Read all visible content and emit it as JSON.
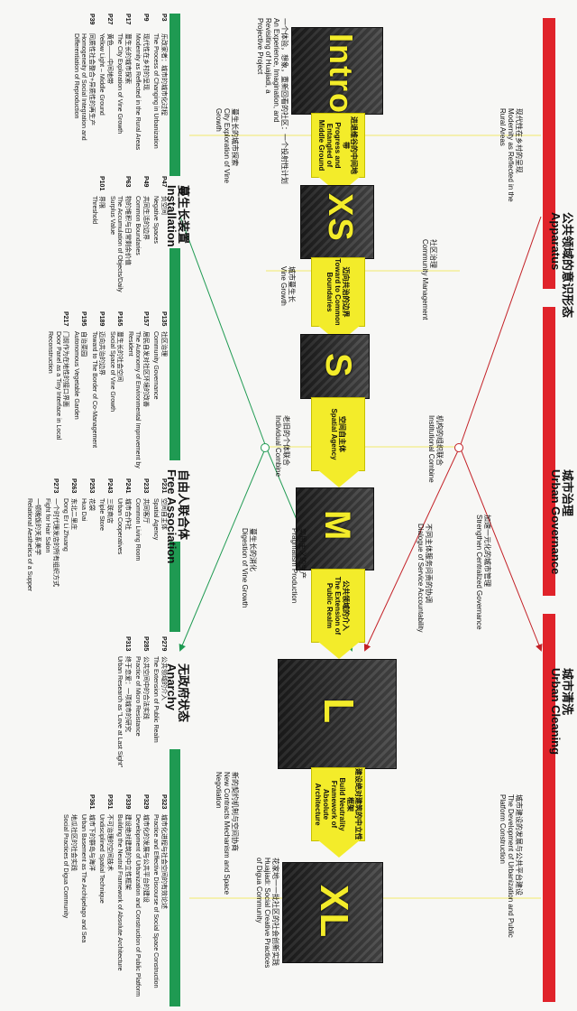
{
  "sections_top": [
    {
      "zh": "公共领域的意识形态",
      "en": "Apparatus"
    },
    {
      "zh": "城市治理",
      "en": "Urban Governance"
    },
    {
      "zh": "城市清洗",
      "en": "Urban Cleaning"
    }
  ],
  "sections_bottom": [
    {
      "zh": "蔓生长装置",
      "en": "Installation"
    },
    {
      "zh": "自由人联合体",
      "en": "Free Association"
    },
    {
      "zh": "无政府状态",
      "en": "Anarchy"
    }
  ],
  "stages": [
    {
      "letter": "Intro",
      "arrow_zh": "进退维谷的中间地带",
      "arrow_en": "Progress and Entangled of Middle Ground",
      "caption_zh": "一个体验，想象，重新回看的社区：一个投射性计划",
      "caption_en": "An Experience, Imagination, and Revisiting of Huajiadi, a Projective Project"
    },
    {
      "letter": "XS",
      "arrow_zh": "迈向共治的边界",
      "arrow_en": "Toward to Common Boundaries",
      "caption_zh": "",
      "caption_en": ""
    },
    {
      "letter": "S",
      "arrow_zh": "空间自主体",
      "arrow_en": "Spatial Agency",
      "caption_zh": "",
      "caption_en": ""
    },
    {
      "letter": "M",
      "arrow_zh": "公共领域的介入",
      "arrow_en": "The Extension of Public Realm",
      "caption_zh": "",
      "caption_en": ""
    },
    {
      "letter": "L",
      "arrow_zh": "建设绝对建筑的中立性框架",
      "arrow_en": "Build Neutrality Framework of Absolute Architecture",
      "caption_zh": "",
      "caption_en": ""
    },
    {
      "letter": "XL",
      "arrow_zh": "",
      "arrow_en": "",
      "caption_zh": "花家地一一批社区的社会创新实践",
      "caption_en": "Huajiadi: Social Creative Practices of Digua Community"
    }
  ],
  "notes": {
    "rural_zh": "现代性在乡村的呈现",
    "rural_en": "Modernity as Reflected in the Rural Areas",
    "vine_zh": "蔓生长的城市探索",
    "vine_en": "City Exploration of Vine Growth",
    "community_mgmt_zh": "社区治理",
    "community_mgmt_en": "Community Management",
    "vine_growth_zh": "城市蔓生长",
    "vine_growth_en": "Vine Growth",
    "inst_zh": "机构的组织联合",
    "inst_en": "Institutional Combine",
    "indiv_zh": "老旧的个体联合",
    "indiv_en": "Individual Combine",
    "dialogue_zh": "不同主体服务问责的协调",
    "dialogue_en": "Dialogue of Service Accountability",
    "strengthen_zh": "加速一元化的城市管理",
    "strengthen_en": "Strengthen Centralized Governance",
    "pragmatism_zh": "实用主义的生产",
    "pragmatism_en": "Pragmatism Production",
    "digestion_zh": "蔓生长的消化",
    "digestion_en": "Digestion of Vine Growth",
    "development_zh": "城市建设的发展与公共平台建设",
    "development_en": "The Development of Urbanization and Public Platform Construction",
    "newnego_zh": "新的契约机制与空间协商",
    "newnego_en": "New Contracts Mechanism and Space Negotiation"
  },
  "lists": [
    [
      {
        "p": "P3",
        "zh": "乐改家者：城市的城市化过程",
        "en": "The Process of Changing in Urbanization"
      },
      {
        "p": "P9",
        "zh": "现代性在乡村的呈现",
        "en": "Modernity as Reflected in the Rural Areas"
      },
      {
        "p": "P17",
        "zh": "蔓生长的城市探索",
        "en": "The City Exploration of Vine Growth"
      },
      {
        "p": "P27",
        "zh": "黄色——中间地带",
        "en": "Yellow Light – Middle Ground"
      },
      {
        "p": "P39",
        "zh": "同质性社会整合+异质性的再生产",
        "en": "Homogeneity of Social Integration and Differentiation of Reproduction"
      }
    ],
    [
      {
        "p": "P47",
        "zh": "负空间",
        "en": "Negative Spaces"
      },
      {
        "p": "P49",
        "zh": "共同生活的边界",
        "en": "Common Boundaries"
      },
      {
        "p": "P63",
        "zh": "物的堆积与日常剩余价值",
        "en": "The Accumulation of Objects/Daily Surplus Value"
      },
      {
        "p": "P101",
        "zh": "界限",
        "en": "Threshold"
      }
    ],
    [
      {
        "p": "P135",
        "zh": "社区治理",
        "en": "Community Governance"
      },
      {
        "p": "P157",
        "zh": "居民自发对社区环境的改善",
        "en": "The Autonomy of Environmental Improvement by Resident"
      },
      {
        "p": "P165",
        "zh": "蔓生长的社会空间",
        "en": "Social Space of Vine Growth"
      },
      {
        "p": "P189",
        "zh": "迈向共治的边界",
        "en": "Toward to The Border of Co-Management"
      },
      {
        "p": "P195",
        "zh": "自治菜园",
        "en": "Autonomous Vegetable Garden"
      },
      {
        "p": "P217",
        "zh": "门前作为在地性的接口界面",
        "en": "Door Panel as a Tiny Interface in Local Reconstruction"
      }
    ],
    [
      {
        "p": "P231",
        "zh": "空间自主体",
        "en": "Spatial Agency"
      },
      {
        "p": "P233",
        "zh": "共同客厅",
        "en": "Common Living Room"
      },
      {
        "p": "P241",
        "zh": "城市合作社",
        "en": "Urban Cooperatives"
      },
      {
        "p": "P243",
        "zh": "三联商店",
        "en": "Triple Store"
      },
      {
        "p": "P253",
        "zh": "花袋",
        "en": "Hua Dai"
      },
      {
        "p": "P263",
        "zh": "东北二里庄",
        "en": "Dong Er Li Zhuang"
      },
      {
        "p": "P273",
        "zh": "一个时代理发店的所有组织方式",
        "en": "Fight for Hair Salon"
      },
      {
        "p": "",
        "zh": "一顿晚饭的关系美学",
        "en": "Relational Aesthetics of a Supper"
      }
    ],
    [
      {
        "p": "P279",
        "zh": "公共领域的介入",
        "en": "The Extension of Public Realm"
      },
      {
        "p": "P285",
        "zh": "公共空间中的合法实践",
        "en": "Practice of Micro Resistance"
      },
      {
        "p": "P313",
        "zh": "终于恋爱：一项城市的研究",
        "en": "Urban Research as \"Love at Last Sight\""
      }
    ],
    [
      {
        "p": "P323",
        "zh": "城市化进程与社会空间的有效论述",
        "en": "Practice and Effective Discourse of Social Space Construction"
      },
      {
        "p": "P329",
        "zh": "城市化的发展与公共平台的建设",
        "en": "Development of Urbanization and Construction of Public Platform"
      },
      {
        "p": "P339",
        "zh": "建设绝对建筑的中立性框架",
        "en": "Building the Neutral Framework of Absolute Architecture"
      },
      {
        "p": "P351",
        "zh": "不可治理的空间技术",
        "en": "Undisciplined Spatial Technique"
      },
      {
        "p": "P361",
        "zh": "城市下的群岛与海洋",
        "en": "Urban Basement as The Archipelago and Sea"
      },
      {
        "p": "",
        "zh": "地瓜社区的社会实践",
        "en": "Social Practices of Digua Community"
      }
    ]
  ]
}
